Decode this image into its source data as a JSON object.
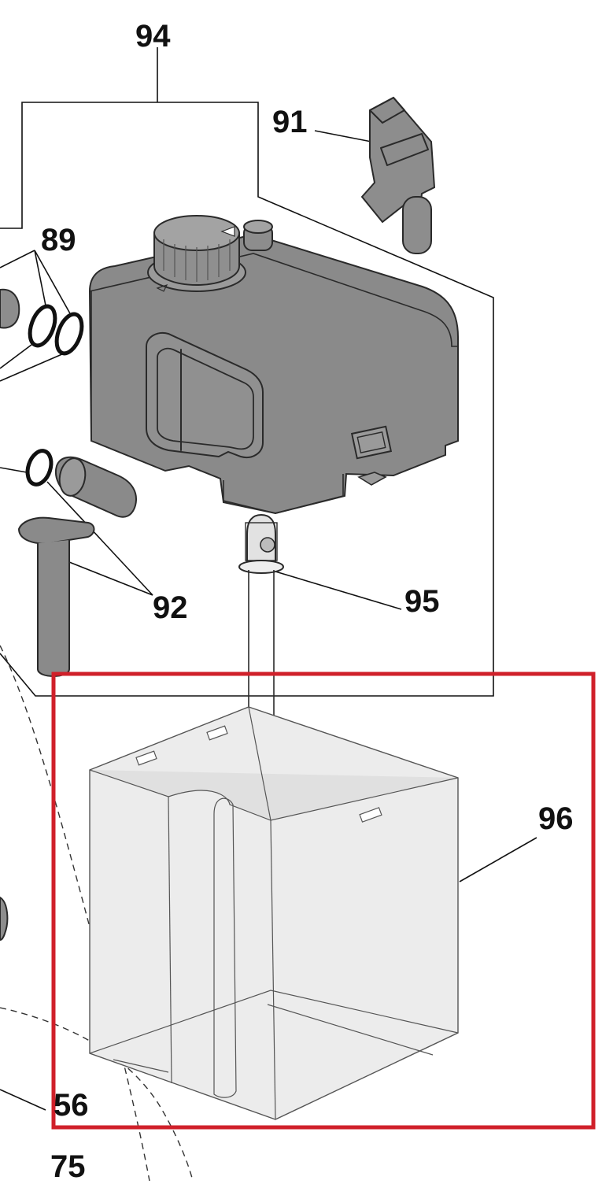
{
  "diagram": {
    "callouts": [
      {
        "id": "94",
        "label": "94"
      },
      {
        "id": "91",
        "label": "91"
      },
      {
        "id": "89",
        "label": "89"
      },
      {
        "id": "92",
        "label": "92"
      },
      {
        "id": "95",
        "label": "95"
      },
      {
        "id": "96",
        "label": "96"
      },
      {
        "id": "56",
        "label": "56"
      },
      {
        "id": "75",
        "label": "75"
      }
    ],
    "highlight_color": "#d0202a",
    "tank_color": "#8a8a8a",
    "reservoir_color": "#e4e4e4"
  }
}
